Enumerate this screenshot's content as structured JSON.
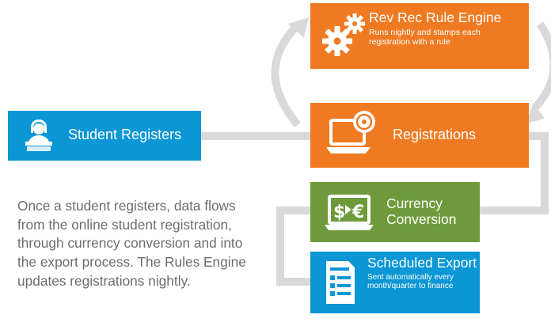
{
  "nodes": {
    "student": {
      "title": "Student Registers"
    },
    "rule_engine": {
      "title": "Rev Rec Rule Engine",
      "subtitle_line1": "Runs nightly and stamps each",
      "subtitle_line2": "registration with a rule"
    },
    "registrations": {
      "title": "Registrations"
    },
    "currency": {
      "title": "Currency Conversion"
    },
    "export": {
      "title": "Scheduled Export",
      "subtitle_line1": "Sent automatically every",
      "subtitle_line2": "month/quarter to finance"
    }
  },
  "description": "Once a student registers, data flows from the online student registration, through currency conversion and into the export process. The Rules Engine updates registrations nightly.",
  "colors": {
    "orange": "#ef7a22",
    "blue": "#0b96d6",
    "green": "#6e9a3c",
    "connector": "#d9d9d9",
    "text_gray": "#6d6d6d"
  },
  "icons": {
    "student": "student-reading-icon",
    "rule_engine": "gears-icon",
    "registrations": "laptop-disc-icon",
    "currency": "laptop-currency-icon",
    "export": "document-list-icon"
  }
}
